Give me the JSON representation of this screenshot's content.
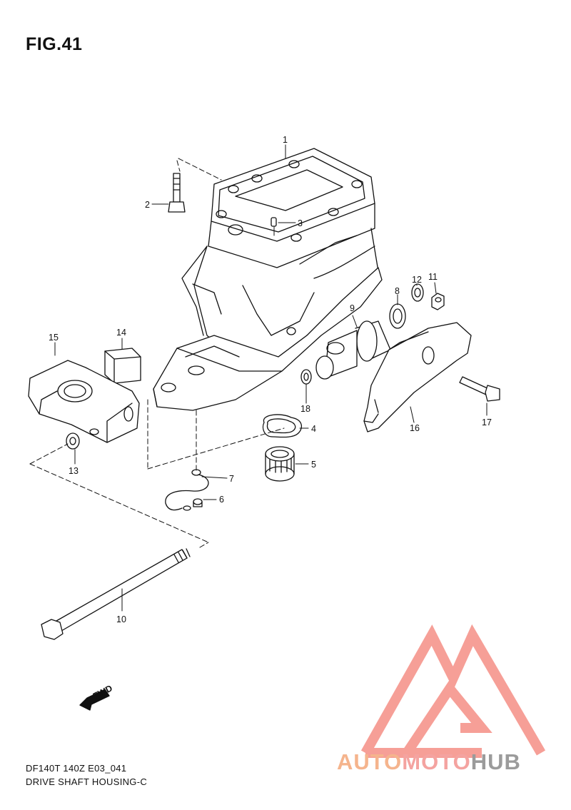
{
  "figure": {
    "title": "FIG.41",
    "code": "DF140T 140Z E03_041",
    "name": "DRIVE SHAFT HOUSING-C"
  },
  "callouts": {
    "c1": "1",
    "c2": "2",
    "c3": "3",
    "c4": "4",
    "c5": "5",
    "c6": "6",
    "c7": "7",
    "c8": "8",
    "c9": "9",
    "c10": "10",
    "c11": "11",
    "c12": "12",
    "c13": "13",
    "c14": "14",
    "c15": "15",
    "c16": "16",
    "c17": "17",
    "c18": "18"
  },
  "fwd_label": "FWD",
  "watermark": {
    "part1": "AUTO",
    "part2": "MOTO",
    "part3": "HUB",
    "colors": {
      "auto": "#f5b48d",
      "moto": "#f4a3a0",
      "hub": "#9b9b9b",
      "logo": "#f58f86"
    }
  }
}
